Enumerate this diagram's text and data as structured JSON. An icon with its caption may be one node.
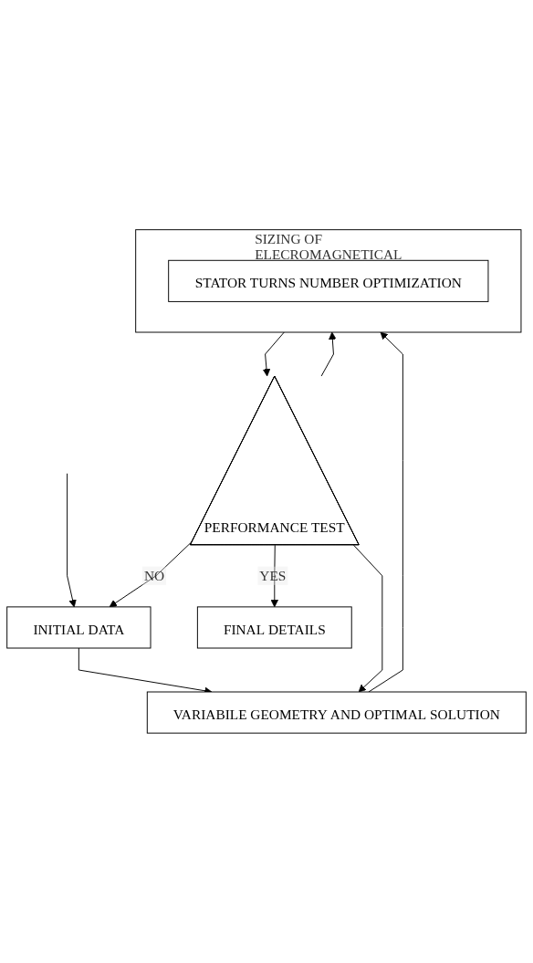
{
  "diagram": {
    "nodes": [
      {
        "text": [
          "INITIAL DATA"
        ]
      },
      {
        "text": [
          "VARIABILE GEOMETRY AND OPTIMAL SOLUTION"
        ]
      },
      {
        "text": [
          "SIZING OF ELECROMAGNETICAL SYSTEM"
        ]
      },
      {
        "text": [
          "STATOR TURNS NUMBER OPTIMIZATION"
        ],
        "in": 2
      },
      {
        "text": [
          "PERFORMANCE TEST"
        ]
      },
      {
        "text": [
          "FINAL DETAILS"
        ]
      }
    ],
    "edges": [
      {
        "from": null,
        "to": 0,
        "arrow": "to"
      },
      {
        "from": 0,
        "to": 1,
        "arrow": "to"
      },
      {
        "from": 1,
        "to": 2,
        "arrow": "to"
      },
      {
        "from": 2,
        "to": 4,
        "arrow": "to"
      },
      {
        "from": 4,
        "to": 5,
        "arrow": "to",
        "label": "YES"
      },
      {
        "from": 4,
        "to": 0,
        "arrow": "to",
        "label": "NO"
      },
      {
        "from": 4,
        "to": 1,
        "arrow": "to"
      },
      {
        "from": 4,
        "to": 2,
        "arrow": "to"
      }
    ]
  }
}
